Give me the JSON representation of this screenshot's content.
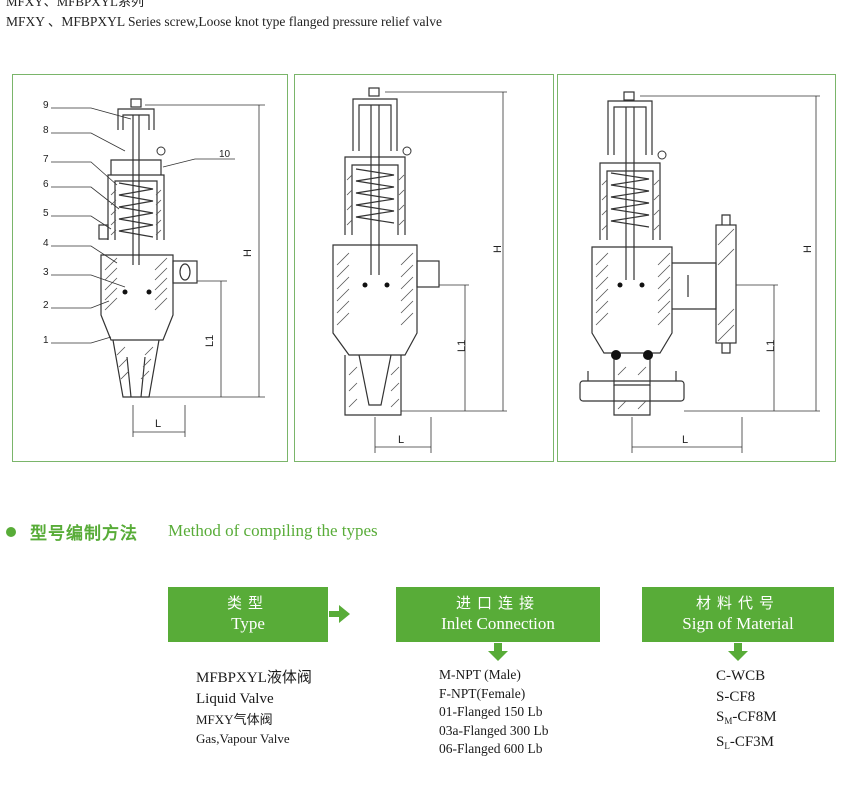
{
  "header": {
    "top_cut_text": "MFXY、MFBPXYL系列",
    "subtitle": "MFXY 、MFBPXYL Series screw,Loose knot type flanged pressure relief valve"
  },
  "drawing_labels": {
    "part_numbers": [
      "9",
      "8",
      "7",
      "6",
      "5",
      "4",
      "3",
      "2",
      "1",
      "10"
    ],
    "dim_H": "H",
    "dim_L1": "L1",
    "dim_L": "L"
  },
  "section": {
    "title_cn": "型号编制方法",
    "title_en": "Method of compiling the types"
  },
  "type_box": {
    "cn": "类型",
    "en": "Type"
  },
  "inlet_box": {
    "cn": "进口连接",
    "en": "Inlet Connection"
  },
  "material_box": {
    "cn": "材料代号",
    "en": "Sign of Material"
  },
  "type_list": {
    "line1": "MFBPXYL液体阀",
    "line2": "Liquid Valve",
    "line3": "MFXY气体阀",
    "line4": "Gas,Vapour Valve"
  },
  "inlet_list": {
    "line1": "M-NPT (Male)",
    "line2": "F-NPT(Female)",
    "line3": "01-Flanged 150 Lb",
    "line4": "03a-Flanged 300 Lb",
    "line5": "06-Flanged 600 Lb"
  },
  "material_list": {
    "line1": "C-WCB",
    "line2": "S-CF8",
    "line3_pre": "S",
    "line3_sub": "M",
    "line3_post": "-CF8M",
    "line4_pre": "S",
    "line4_sub": "L",
    "line4_post": "-CF3M"
  },
  "colors": {
    "accent": "#58ac38",
    "panel_border": "#7ab56a"
  }
}
